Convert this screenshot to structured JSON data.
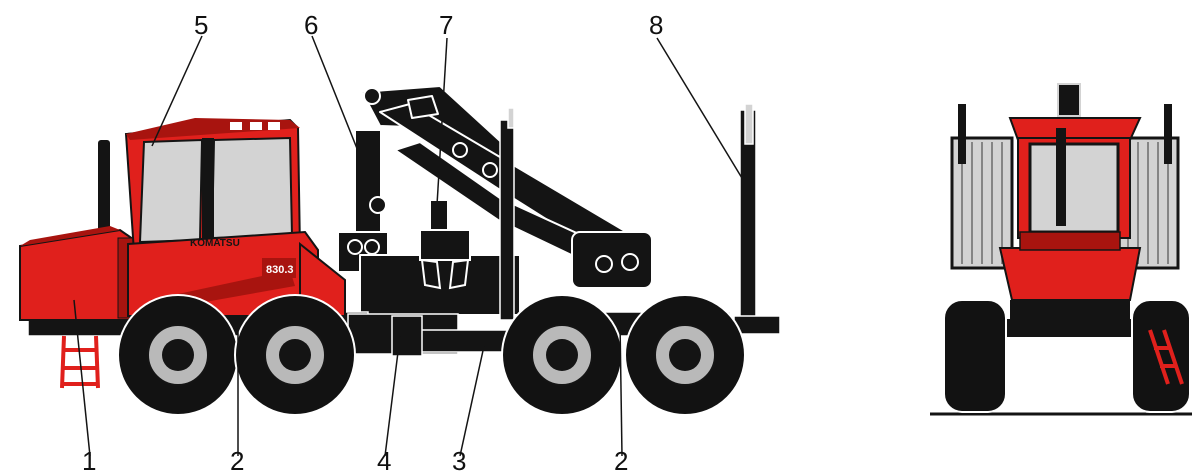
{
  "labels": {
    "top": [
      "5",
      "6",
      "7",
      "8"
    ],
    "bottom": [
      "1",
      "2",
      "4",
      "3",
      "2"
    ]
  },
  "machine": {
    "brand_text": "KOMATSU",
    "model_text": "830.3",
    "colors": {
      "body_red": "#e0201c",
      "dark_red": "#a8140f",
      "frame_black": "#141414",
      "tire_black": "#121212",
      "hub_gray": "#b9b9b9",
      "window_gray": "#d3d3d3",
      "outline_white": "#ffffff"
    }
  }
}
